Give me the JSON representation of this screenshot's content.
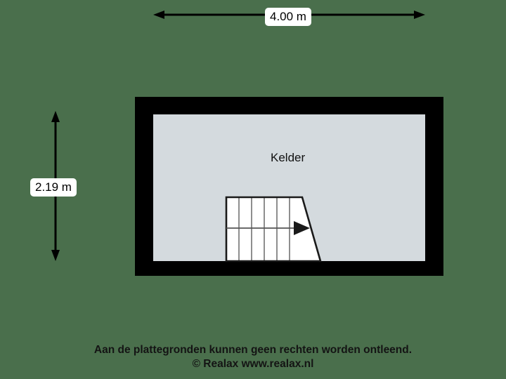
{
  "plan": {
    "background_color": "#4a6f4c",
    "wall_color": "#000000",
    "floor_color": "#d4dade",
    "stair_fill": "#ffffff",
    "line_color": "#1a1a1a"
  },
  "dimensions": {
    "width_label": "4.00 m",
    "height_label": "2.19 m"
  },
  "rooms": [
    {
      "name": "Kelder"
    }
  ],
  "stairs": {
    "direction_arrow": "arrow-right",
    "step_count": 6
  },
  "footer": {
    "line1": "Aan de plattegronden kunnen geen rechten worden ontleend.",
    "line2": "© Realax www.realax.nl"
  }
}
